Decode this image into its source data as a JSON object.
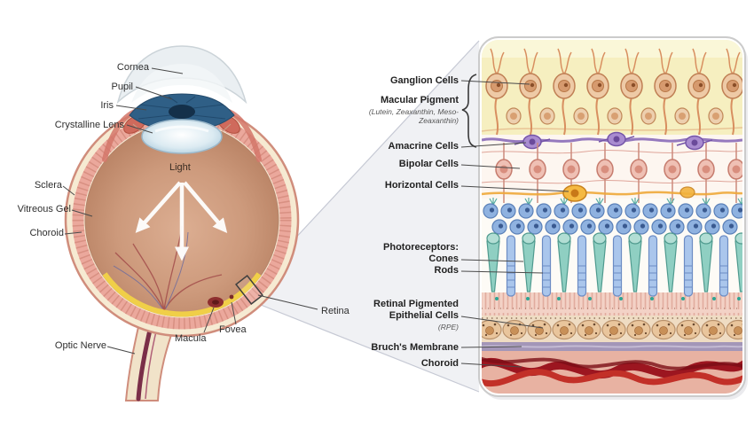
{
  "eye": {
    "labels": {
      "cornea": "Cornea",
      "pupil": "Pupil",
      "iris": "Iris",
      "crystalline_lens": "Crystalline Lens",
      "light": "Light",
      "sclera": "Sclera",
      "vitreous_gel": "Vitreous Gel",
      "choroid": "Choroid",
      "optic_nerve": "Optic Nerve",
      "macula": "Macula",
      "fovea": "Fovea",
      "retina": "Retina"
    }
  },
  "retina_panel": {
    "labels": {
      "ganglion_cells": "Ganglion Cells",
      "macular_pigment": "Macular Pigment",
      "macular_pigment_sub": "(Lutein, Zeaxanthin, Meso-Zeaxanthin)",
      "amacrine_cells": "Amacrine Cells",
      "bipolar_cells": "Bipolar Cells",
      "horizontal_cells": "Horizontal Cells",
      "photoreceptors": "Photoreceptors:",
      "cones": "Cones",
      "rods": "Rods",
      "rpe_name": "Retinal Pigmented Epithelial Cells",
      "rpe_sub": "(RPE)",
      "bruchs_membrane": "Bruch's Membrane",
      "choroid": "Choroid"
    }
  },
  "colors": {
    "macular_pigment_yellow": "#f6efc0",
    "choroid_vessel_red": "#9c1620",
    "cone_teal": "#8fcfc2",
    "rod_blue": "#aac6ec",
    "sclera_cream": "#f6ead2",
    "iris_blue": "#2f5f86"
  }
}
